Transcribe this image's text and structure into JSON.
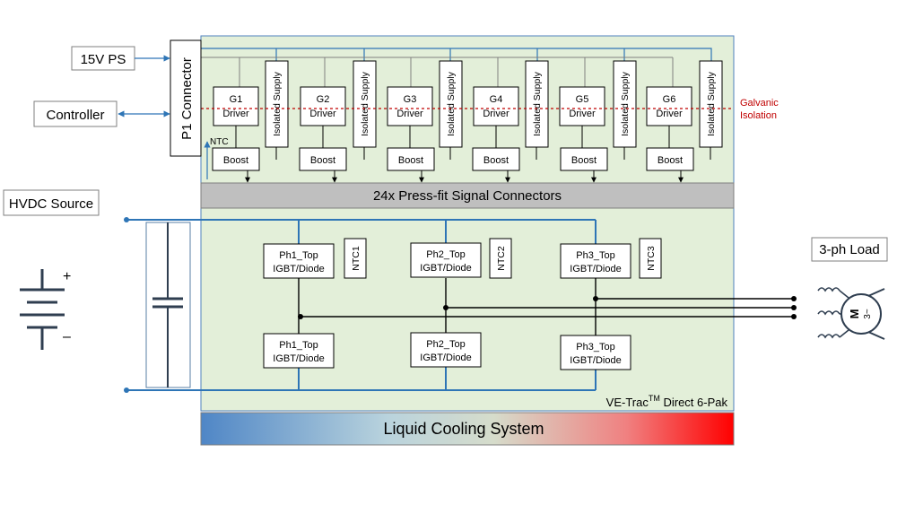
{
  "labels": {
    "ps": "15V PS",
    "controller": "Controller",
    "hvdc": "HVDC Source",
    "load": "3-ph Load",
    "p1": "P1 Connector",
    "ntc": "NTC",
    "galvanic_line1": "Galvanic",
    "galvanic_line2": "Isolation",
    "press_fit": "24x Press-fit Signal Connectors",
    "module_prefix": "VE-Trac",
    "module_tm": "TM",
    "module_suffix": " Direct 6-Pak",
    "cooling": "Liquid Cooling System",
    "plus": "+",
    "minus": "–",
    "motor_m": "M",
    "motor_3": "3~"
  },
  "gate_channels": [
    {
      "driver_line1": "G1",
      "driver_line2": "Driver",
      "supply": "Isolated Supply",
      "boost": "Boost"
    },
    {
      "driver_line1": "G2",
      "driver_line2": "Driver",
      "supply": "Isolated Supply",
      "boost": "Boost"
    },
    {
      "driver_line1": "G3",
      "driver_line2": "Driver",
      "supply": "Isolated Supply",
      "boost": "Boost"
    },
    {
      "driver_line1": "G4",
      "driver_line2": "Driver",
      "supply": "Isolated Supply",
      "boost": "Boost"
    },
    {
      "driver_line1": "G5",
      "driver_line2": "Driver",
      "supply": "Isolated Supply",
      "boost": "Boost"
    },
    {
      "driver_line1": "G6",
      "driver_line2": "Driver",
      "supply": "Isolated Supply",
      "boost": "Boost"
    }
  ],
  "phases": [
    {
      "top_line1": "Ph1_Top",
      "top_line2": "IGBT/Diode",
      "bottom_line1": "Ph1_Top",
      "bottom_line2": "IGBT/Diode",
      "ntc": "NTC1"
    },
    {
      "top_line1": "Ph2_Top",
      "top_line2": "IGBT/Diode",
      "bottom_line1": "Ph2_Top",
      "bottom_line2": "IGBT/Diode",
      "ntc": "NTC2"
    },
    {
      "top_line1": "Ph3_Top",
      "top_line2": "IGBT/Diode",
      "bottom_line1": "Ph3_Top",
      "bottom_line2": "IGBT/Diode",
      "ntc": "NTC3"
    }
  ],
  "colors": {
    "panel_fill": "#e3efd9",
    "panel_border": "#4f81bd",
    "connector_bar": "#bfbfbf",
    "bus_line": "#2e75b6",
    "galvanic": "#c00000",
    "cooling_left": "#4f86c6",
    "cooling_mid": "#d9ead3",
    "cooling_right": "#ff0000"
  }
}
